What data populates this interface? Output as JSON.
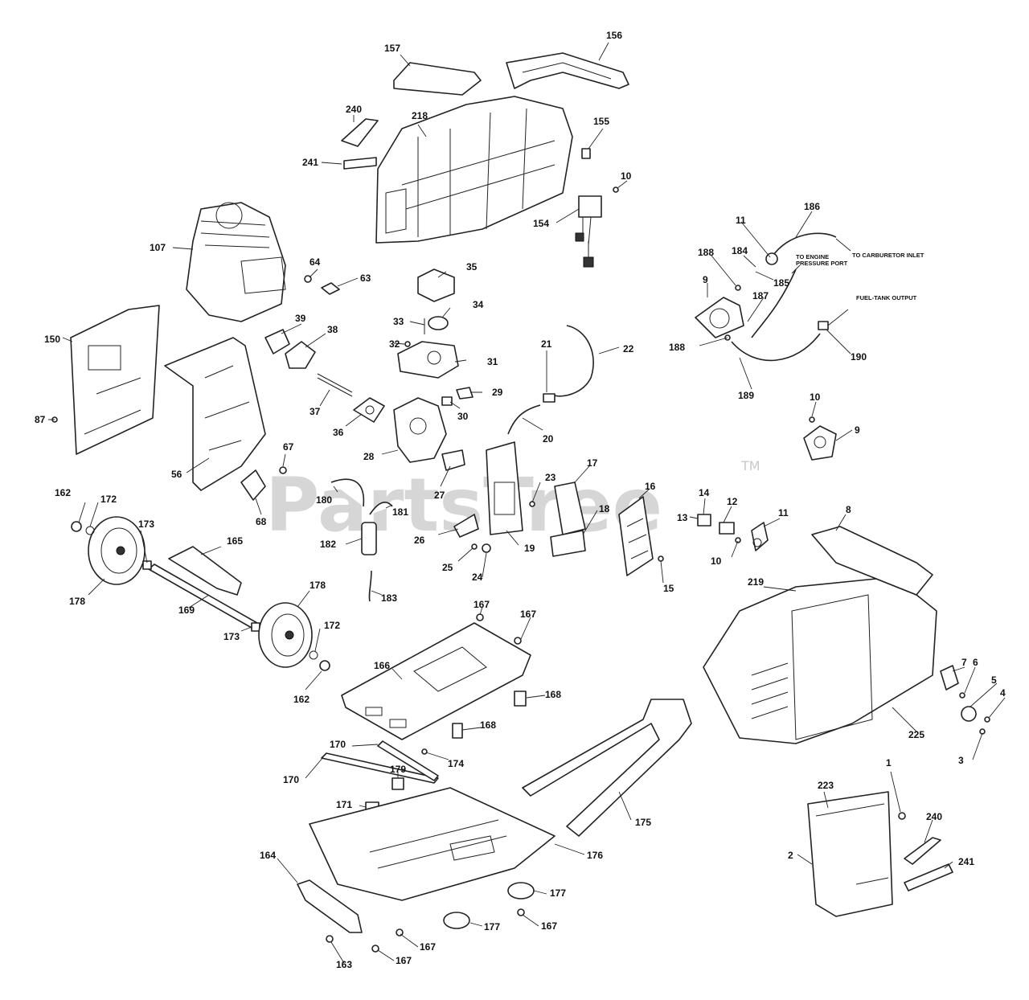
{
  "watermark": {
    "text": "PartsTree",
    "tm": "TM"
  },
  "notes": {
    "carb_inlet": "TO CARBURETOR INLET",
    "engine_port_1": "TO ENGINE",
    "engine_port_2": "PRESSURE PORT",
    "fuel_tank": "FUEL-TANK OUTPUT"
  },
  "labels": {
    "l156": "156",
    "l157": "157",
    "l240a": "240",
    "l241a": "241",
    "l218": "218",
    "l155": "155",
    "l10a": "10",
    "l154": "154",
    "l107": "107",
    "l64": "64",
    "l63": "63",
    "l35": "35",
    "l34": "34",
    "l33": "33",
    "l32": "32",
    "l31": "31",
    "l150": "150",
    "l39": "39",
    "l38": "38",
    "l37": "37",
    "l36": "36",
    "l29": "29",
    "l30": "30",
    "l21": "21",
    "l22": "22",
    "l20": "20",
    "l28": "28",
    "l27": "27",
    "l87": "87",
    "l56": "56",
    "l67": "67",
    "l68": "68",
    "l162a": "162",
    "l172a": "172",
    "l173a": "173",
    "l180": "180",
    "l181": "181",
    "l182": "182",
    "l183": "183",
    "l165": "165",
    "l178a": "178",
    "l169": "169",
    "l178b": "178",
    "l173b": "173",
    "l172b": "172",
    "l162b": "162",
    "l23": "23",
    "l26": "26",
    "l25": "25",
    "l24": "24",
    "l19": "19",
    "l17": "17",
    "l18": "18",
    "l16": "16",
    "l14": "14",
    "l13": "13",
    "l12": "12",
    "l10b": "10",
    "l11b": "11",
    "l15": "15",
    "l186": "186",
    "l11a": "11",
    "l188a": "188",
    "l184": "184",
    "l185": "185",
    "l9a": "9",
    "l187": "187",
    "l188b": "188",
    "l189": "189",
    "l190": "190",
    "l10c": "10",
    "l9b": "9",
    "l8": "8",
    "l219": "219",
    "l7": "7",
    "l6": "6",
    "l5": "5",
    "l4": "4",
    "l3": "3",
    "l225": "225",
    "l167a": "167",
    "l167b": "167",
    "l166": "166",
    "l168a": "168",
    "l168b": "168",
    "l174": "174",
    "l170a": "170",
    "l170b": "170",
    "l179": "179",
    "l171": "171",
    "l175": "175",
    "l176": "176",
    "l164": "164",
    "l177a": "177",
    "l177b": "177",
    "l167c": "167",
    "l167d": "167",
    "l167e": "167",
    "l163": "163",
    "l1": "1",
    "l223": "223",
    "l2": "2",
    "l240b": "240",
    "l241b": "241"
  }
}
